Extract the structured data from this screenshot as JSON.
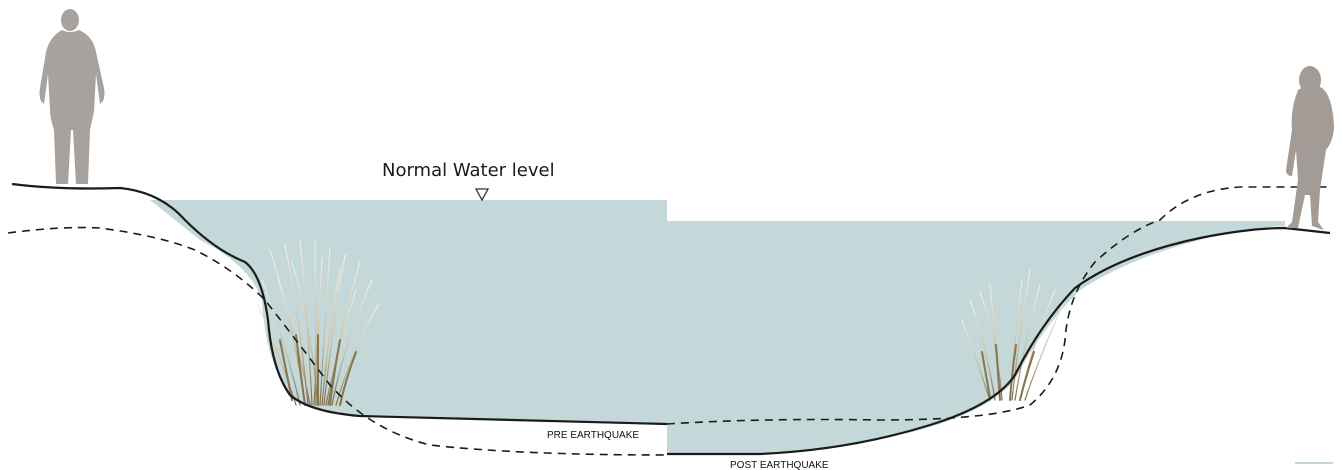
{
  "diagram": {
    "water_level_label": "Normal Water level",
    "pre_label": "PRE EARTHQUAKE",
    "post_label": "POST EARTHQUAKE"
  },
  "colors": {
    "water": "#c4d8d9",
    "ground_line": "#1b1b1b",
    "dashed_line": "#1b1b1b",
    "figure": "#a8a29e",
    "grass_light": "#e8e2d4",
    "grass_dark": "#8f7f5f"
  },
  "icons": {
    "water_level_marker": "down-triangle-icon",
    "left_person": "person-silhouette-icon",
    "right_person": "person-silhouette-icon"
  }
}
